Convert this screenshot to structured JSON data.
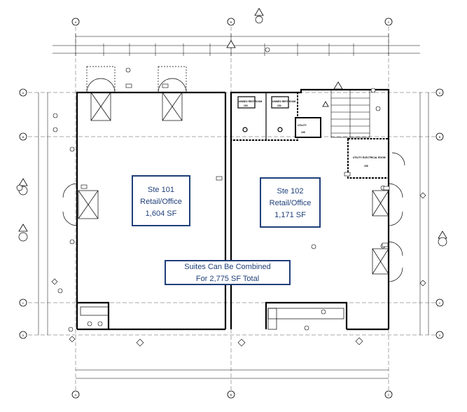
{
  "suites": [
    {
      "name": "Ste 101",
      "use": "Retail/Office",
      "area": "1,604 SF"
    },
    {
      "name": "Ste 102",
      "use": "Retail/Office",
      "area": "1,171 SF"
    }
  ],
  "combined_note": {
    "line1": "Suites Can Be Combined",
    "line2": "For 2,775 SF Total"
  },
  "rooms": [
    {
      "label": "UNISEX RESTROOM",
      "number": "103"
    },
    {
      "label": "UNISEX RESTROOM",
      "number": "104"
    },
    {
      "label": "UTILITY",
      "number": "105"
    },
    {
      "label": "UTILITY ELECTRICAL ROOM",
      "number": "106"
    }
  ],
  "grid_columns": [
    "A",
    "B",
    "C"
  ],
  "grid_rows": [
    "A",
    "B",
    "C",
    "D"
  ],
  "colors": {
    "callout_border": "#1f3f7a",
    "callout_text": "#1f3f7a",
    "linework": "#000000"
  }
}
